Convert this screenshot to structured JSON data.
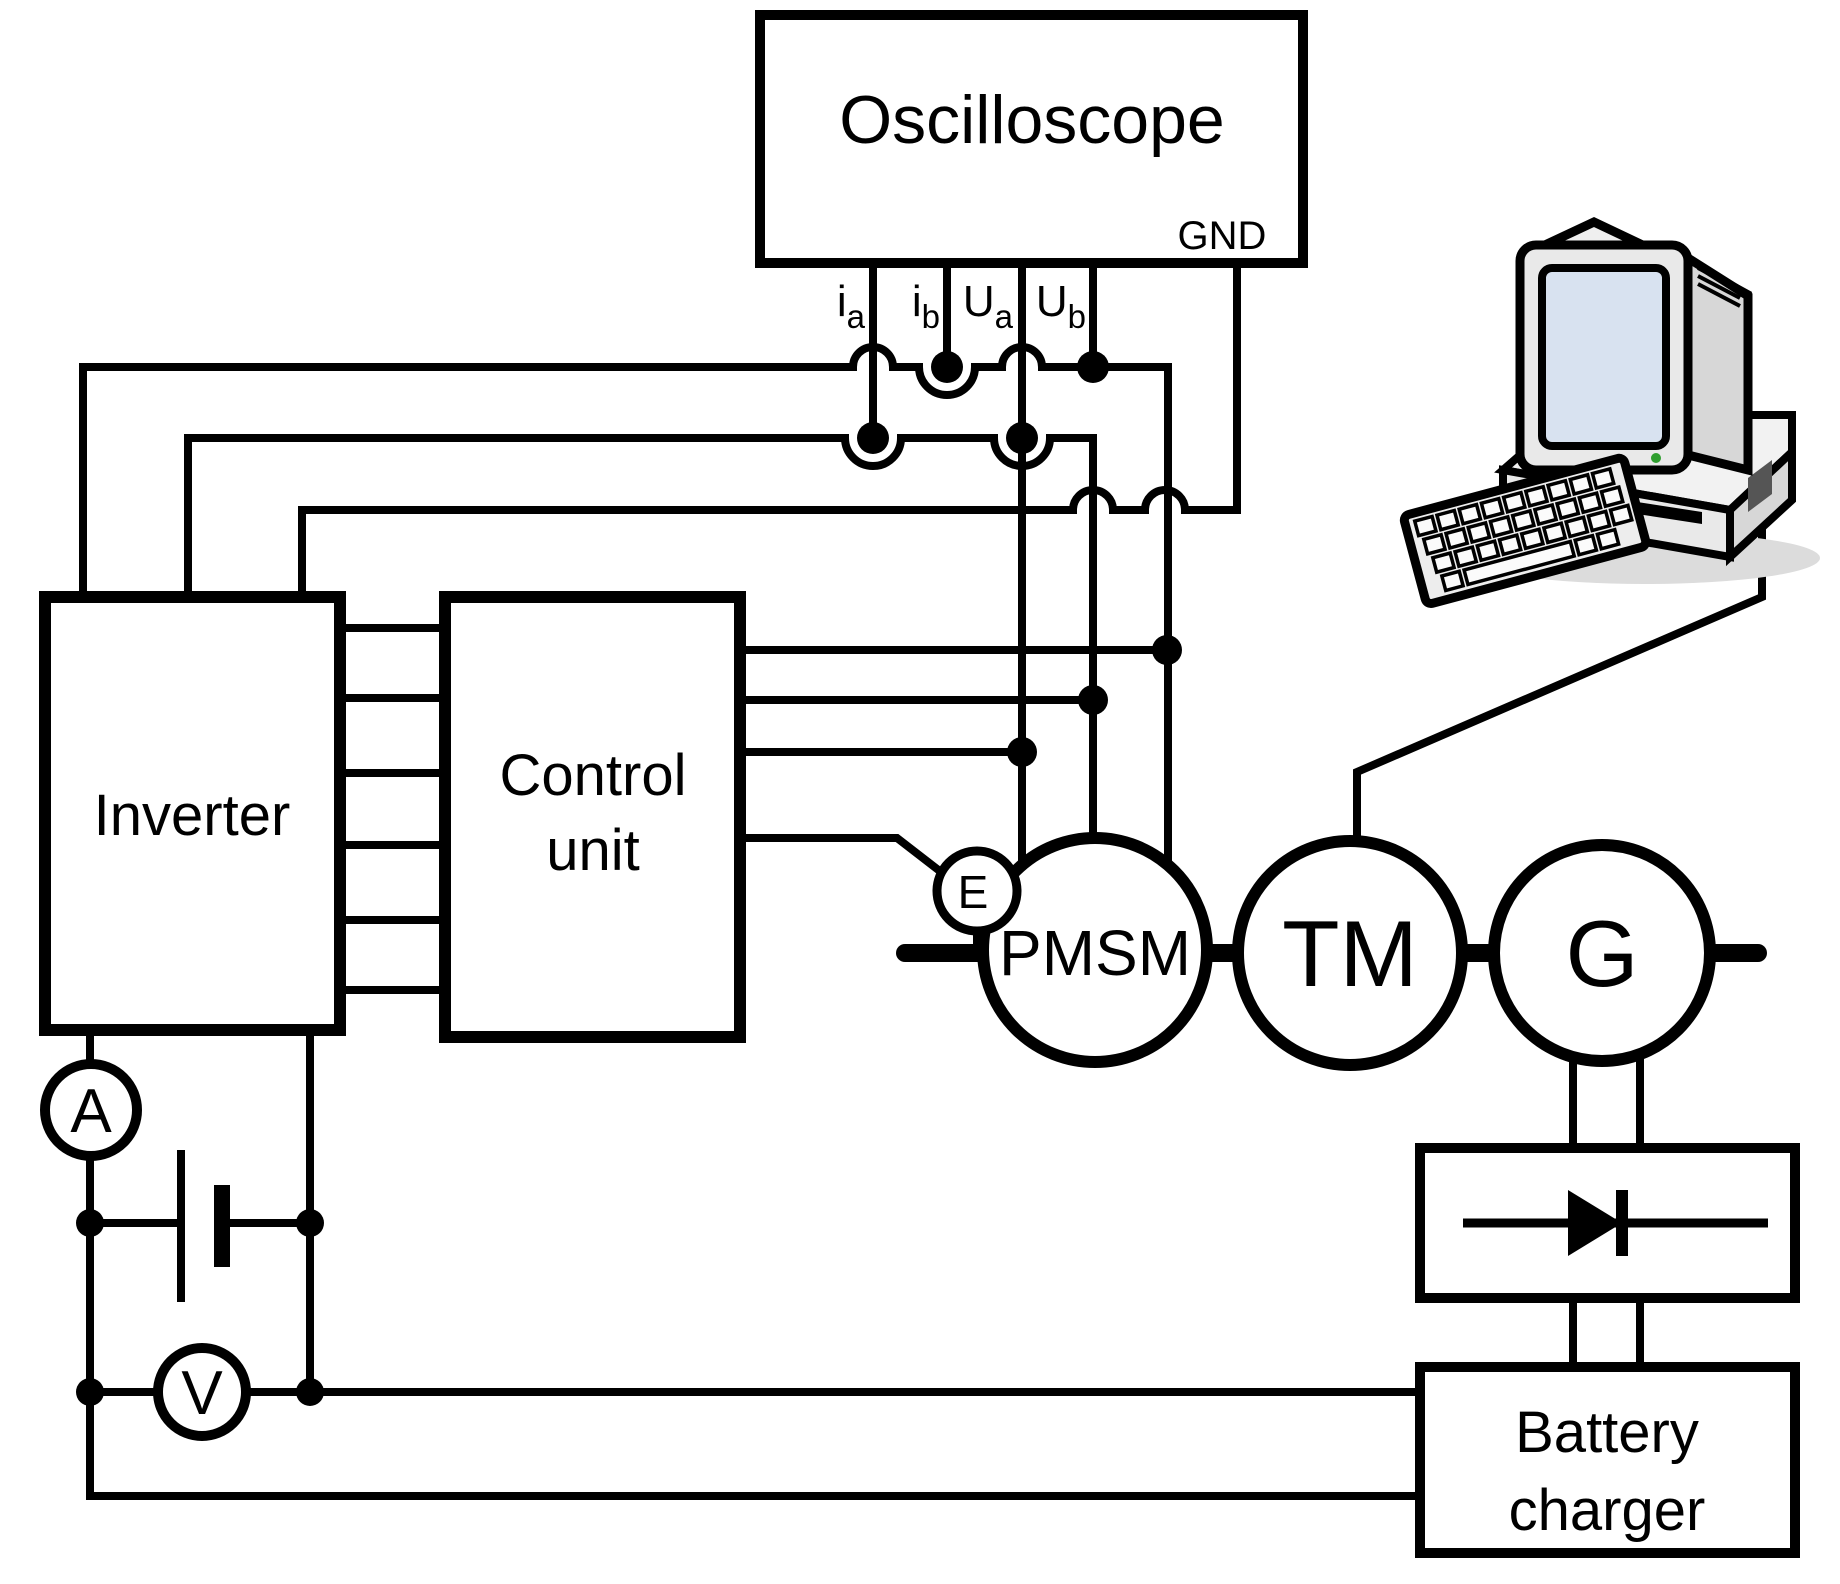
{
  "diagram": {
    "oscilloscope": {
      "label": "Oscilloscope",
      "gnd_label": "GND"
    },
    "probes": {
      "ia_main": "i",
      "ia_sub": "a",
      "ib_main": "i",
      "ib_sub": "b",
      "ua_main": "U",
      "ua_sub": "a",
      "ub_main": "U",
      "ub_sub": "b"
    },
    "inverter": {
      "label": "Inverter"
    },
    "control_unit": {
      "line1": "Control",
      "line2": "unit"
    },
    "machines": {
      "pmsm": "PMSM",
      "torque_meter": "TM",
      "generator": "G",
      "encoder": "E"
    },
    "meters": {
      "ammeter": "A",
      "voltmeter": "V"
    },
    "battery_charger": {
      "line1": "Battery",
      "line2": "charger"
    },
    "colors": {
      "line": "#000000",
      "background": "#ffffff",
      "computer_body": "#e9e9e9",
      "computer_side": "#d7d7d7",
      "computer_screen": "#d8e2f0",
      "computer_shadow": "#dcdcdc",
      "power_led": "#2f9e2f"
    }
  }
}
